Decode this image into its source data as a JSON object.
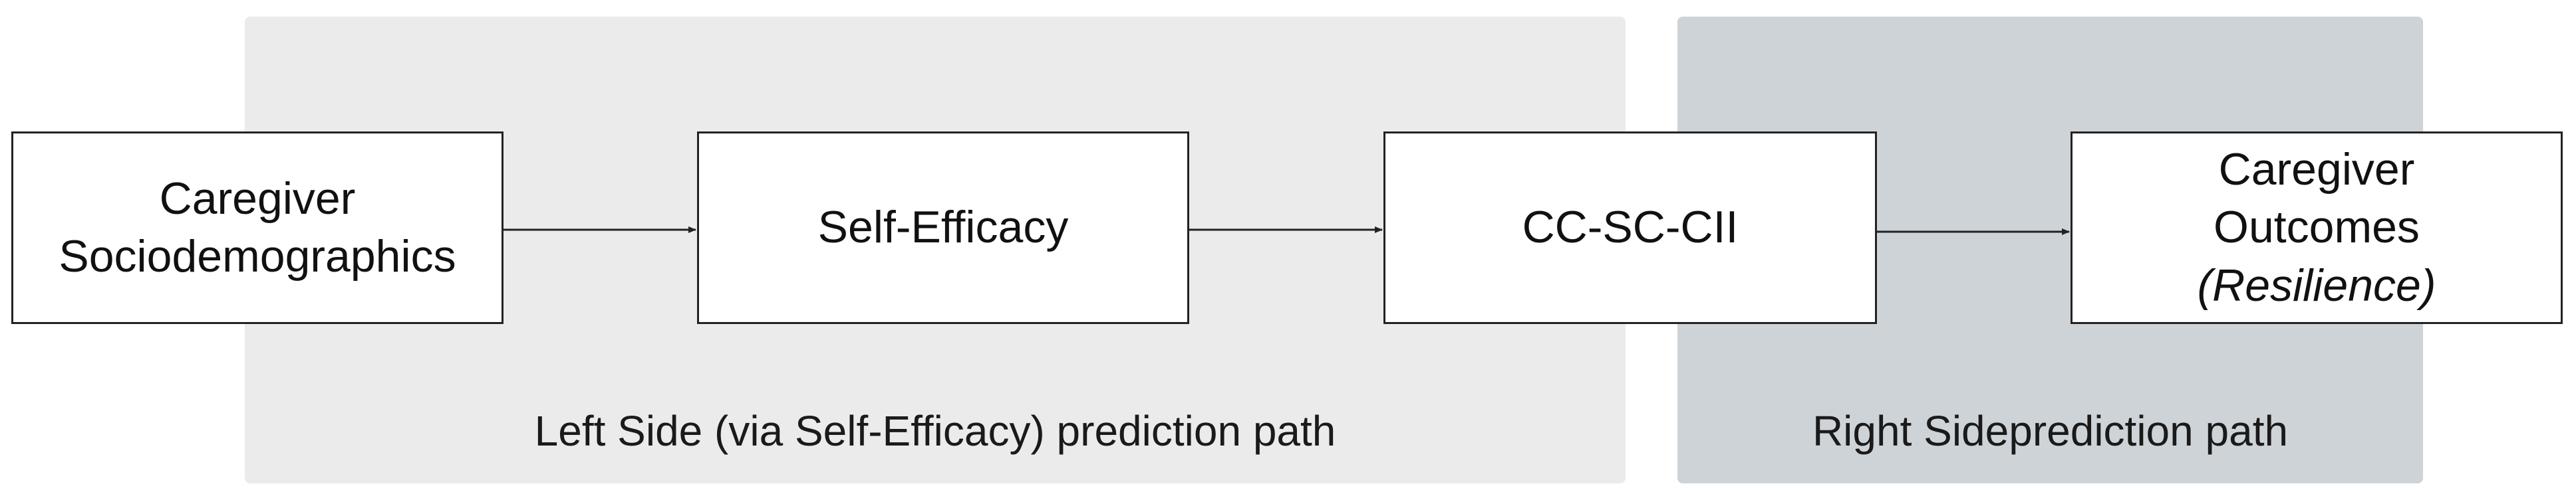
{
  "regions": {
    "left": {
      "label": "Left Side (via Self-Efficacy) prediction path"
    },
    "right": {
      "label": "Right Sideprediction path"
    }
  },
  "nodes": {
    "sociodemographics": {
      "line1": "Caregiver",
      "line2": "Sociodemographics"
    },
    "self_efficacy": {
      "label": "Self-Efficacy"
    },
    "cc_sc_cii": {
      "label": "CC-SC-CII"
    },
    "outcomes": {
      "line1": "Caregiver",
      "line2": "Outcomes",
      "line3": "(Resilience)"
    }
  },
  "edges": [
    {
      "from": "sociodemographics",
      "to": "self_efficacy"
    },
    {
      "from": "self_efficacy",
      "to": "cc_sc_cii"
    },
    {
      "from": "cc_sc_cii",
      "to": "outcomes"
    }
  ],
  "colors": {
    "left_region_fill": "#ebebeb",
    "right_region_fill": "#ced3d7",
    "box_border": "#222222",
    "arrow": "#222222"
  }
}
